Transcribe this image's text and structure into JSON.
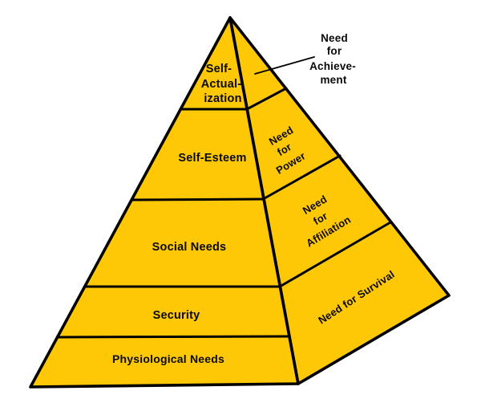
{
  "colors": {
    "pyramid_fill": "#FFC807",
    "outline": "#000000",
    "text": "#0A0A0A",
    "background": "#FFFFFF"
  },
  "front_face": {
    "self_actualization_lines": [
      "Self-",
      "Actual-",
      "ization"
    ],
    "self_esteem": "Self-Esteem",
    "social_needs": "Social Needs",
    "security": "Security",
    "physiological_needs": "Physiological Needs"
  },
  "side_face": {
    "power_lines": [
      "Need",
      "for",
      "Power"
    ],
    "affiliation_lines": [
      "Need",
      "for",
      "Affiliation"
    ],
    "survival": "Need for Survival"
  },
  "callout": {
    "achievement_lines": [
      "Need",
      "for",
      "Achieve-",
      "ment"
    ]
  }
}
